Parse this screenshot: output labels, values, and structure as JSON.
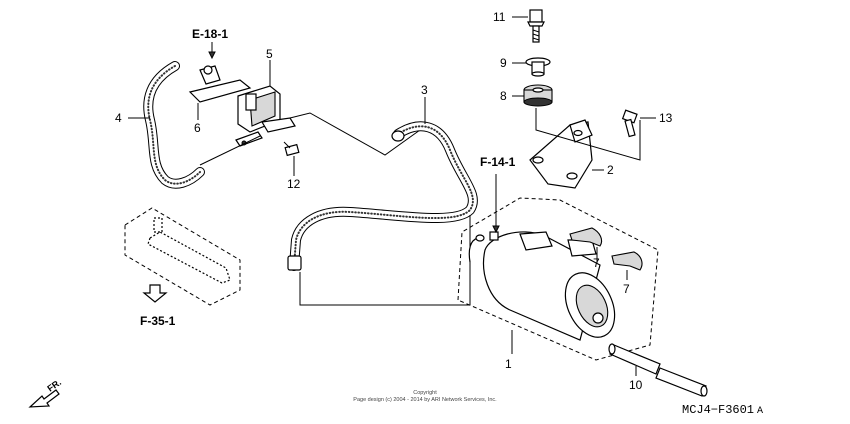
{
  "references": {
    "e18": "E-18-1",
    "f14": "F-14-1",
    "f35": "F-35-1"
  },
  "callouts": {
    "c1": "1",
    "c2": "2",
    "c3": "3",
    "c4": "4",
    "c5": "5",
    "c6": "6",
    "c7a": "7",
    "c7b": "7",
    "c8": "8",
    "c9": "9",
    "c10": "10",
    "c11": "11",
    "c12": "12",
    "c13": "13"
  },
  "direction": "FR.",
  "footer": {
    "copyright_line1": "Copyright",
    "copyright_line2": "Page design (c) 2004 - 2014 by ARI Network Services, Inc."
  },
  "diagram_code": "MCJ4−F3601",
  "diagram_code_suffix": "A",
  "icons": [
    "forward-arrow-icon",
    "down-arrow-icon"
  ]
}
